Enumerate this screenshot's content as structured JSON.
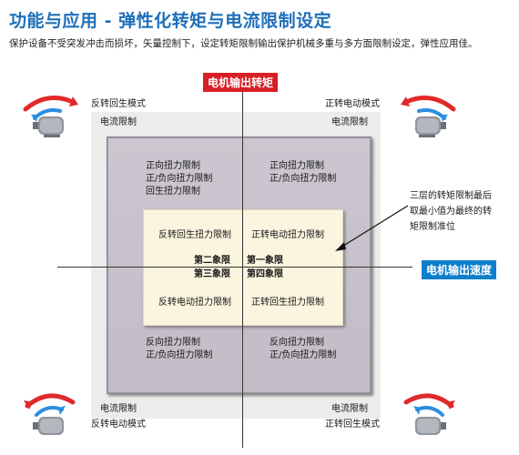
{
  "header": {
    "title": "功能与应用 - 弹性化转矩与电流限制设定",
    "subtitle": "保护设备不受突发冲击而损坏，矢量控制下，设定转矩限制输出保护机械多重与多方面限制设定，弹性应用佳。"
  },
  "axes": {
    "y_label": "电机输出转矩",
    "x_label": "电机输出速度"
  },
  "corners": {
    "top_left_mode": "反转回生模式",
    "top_left_current": "电流限制",
    "top_right_mode": "正转电动模式",
    "top_right_current": "电流限制",
    "bottom_left_current": "电流限制",
    "bottom_left_mode": "反转电动模式",
    "bottom_right_current": "电流限制",
    "bottom_right_mode": "正转回生模式"
  },
  "middle": {
    "tl": [
      "正向扭力限制",
      "正/负向扭力限制",
      "回生扭力限制"
    ],
    "tr": [
      "正向扭力限制",
      "正/负向扭力限制"
    ],
    "bl": [
      "反向扭力限制",
      "正/负向扭力限制"
    ],
    "br": [
      "反向扭力限制",
      "正/负向扭力限制"
    ]
  },
  "inner": {
    "tl": "反转回生扭力限制",
    "tr": "正转电动扭力限制",
    "bl": "反转电动扭力限制",
    "br": "正转回生扭力限制"
  },
  "quadrants": {
    "q2": "第二象限",
    "q1": "第一象限",
    "q3": "第三象限",
    "q4": "第四象限"
  },
  "callout": [
    "三层的转矩限制最后",
    "取最小值为最终的转",
    "矩限制准位"
  ],
  "colors": {
    "title": "#1f6fb9",
    "torque_label": "#d81f26",
    "speed_label": "#0f7fcc",
    "arrow_red": "#e02a2a",
    "arrow_blue": "#2a8fe0"
  },
  "icons": [
    "motor-icon",
    "rotation-arrow-icon"
  ]
}
